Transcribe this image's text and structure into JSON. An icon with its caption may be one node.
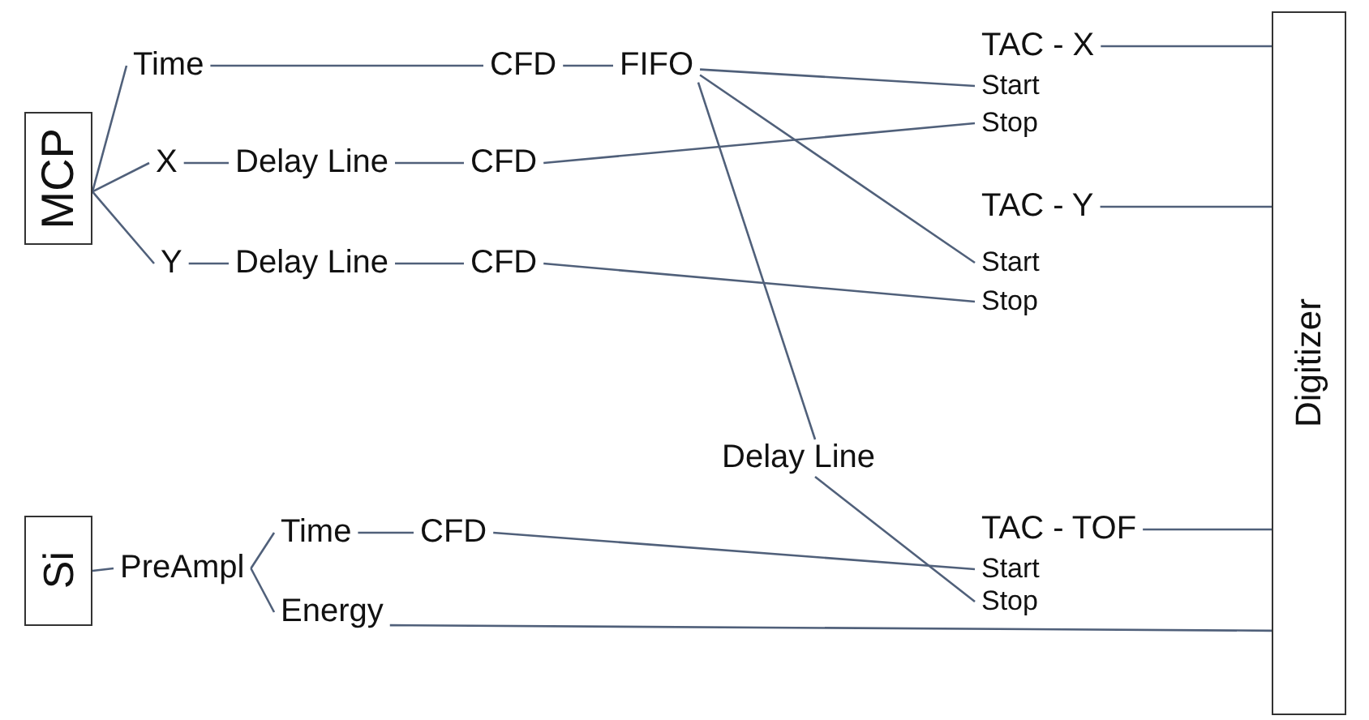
{
  "diagram": {
    "nodes": [
      {
        "text": [
          "MCP"
        ]
      },
      {
        "text": [
          "Time"
        ]
      },
      {
        "text": [
          "X"
        ]
      },
      {
        "text": [
          "Y"
        ]
      },
      {
        "text": [
          "CFD"
        ]
      },
      {
        "text": [
          "FIFO"
        ]
      },
      {
        "text": [
          "Delay Line"
        ]
      },
      {
        "text": [
          "CFD"
        ]
      },
      {
        "text": [
          "Delay Line"
        ]
      },
      {
        "text": [
          "CFD"
        ]
      },
      {
        "text": [
          "TAC - X"
        ]
      },
      {
        "text": [
          "Start"
        ]
      },
      {
        "text": [
          "Stop"
        ]
      },
      {
        "text": [
          "TAC - Y"
        ]
      },
      {
        "text": [
          "Start"
        ]
      },
      {
        "text": [
          "Stop"
        ]
      },
      {
        "text": [
          "Delay Line"
        ]
      },
      {
        "text": [
          "TAC - TOF"
        ]
      },
      {
        "text": [
          "Start"
        ]
      },
      {
        "text": [
          "Stop"
        ]
      },
      {
        "text": [
          "Si"
        ]
      },
      {
        "text": [
          "PreAmpl"
        ]
      },
      {
        "text": [
          "Time"
        ]
      },
      {
        "text": [
          "CFD"
        ]
      },
      {
        "text": [
          "Energy"
        ]
      },
      {
        "text": [
          "Digitizer"
        ]
      }
    ],
    "edges": [
      {
        "from": 0,
        "to": 1,
        "arrow": "none"
      },
      {
        "from": 0,
        "to": 2,
        "arrow": "none"
      },
      {
        "from": 0,
        "to": 3,
        "arrow": "none"
      },
      {
        "from": 1,
        "to": 4,
        "arrow": "none"
      },
      {
        "from": 4,
        "to": 5,
        "arrow": "none"
      },
      {
        "from": 5,
        "to": 11,
        "arrow": "none"
      },
      {
        "from": 5,
        "to": 14,
        "arrow": "none"
      },
      {
        "from": 5,
        "to": 16,
        "arrow": "none"
      },
      {
        "from": 2,
        "to": 6,
        "arrow": "none"
      },
      {
        "from": 6,
        "to": 7,
        "arrow": "none"
      },
      {
        "from": 7,
        "to": 12,
        "arrow": "none"
      },
      {
        "from": 3,
        "to": 8,
        "arrow": "none"
      },
      {
        "from": 8,
        "to": 9,
        "arrow": "none"
      },
      {
        "from": 9,
        "to": 15,
        "arrow": "none"
      },
      {
        "from": 16,
        "to": 19,
        "arrow": "none"
      },
      {
        "from": 10,
        "to": 25,
        "arrow": "none"
      },
      {
        "from": 13,
        "to": 25,
        "arrow": "none"
      },
      {
        "from": 17,
        "to": 25,
        "arrow": "none"
      },
      {
        "from": 20,
        "to": 21,
        "arrow": "none"
      },
      {
        "from": 21,
        "to": 22,
        "arrow": "none"
      },
      {
        "from": 21,
        "to": 24,
        "arrow": "none"
      },
      {
        "from": 22,
        "to": 23,
        "arrow": "none"
      },
      {
        "from": 23,
        "to": 18,
        "arrow": "none"
      },
      {
        "from": 24,
        "to": 25,
        "arrow": "none"
      }
    ]
  }
}
